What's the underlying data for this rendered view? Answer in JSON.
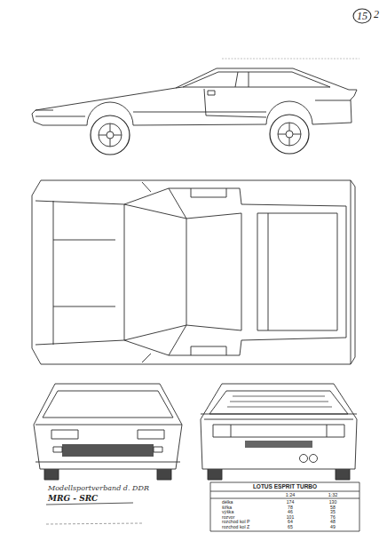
{
  "diagram": {
    "labels": [
      "15",
      "2",
      "Modellsportverband d. DDR",
      "MRG - SRC",
      "LOTUS ESPRIT TURBO",
      "1:24",
      "1:32",
      "délka",
      "174",
      "130",
      "šířka",
      "78",
      "58",
      "výška",
      "46",
      "35",
      "rozvor",
      "101",
      "76",
      "rozchod kol P",
      "64",
      "48",
      "rozchod kol Z",
      "65",
      "49"
    ]
  }
}
